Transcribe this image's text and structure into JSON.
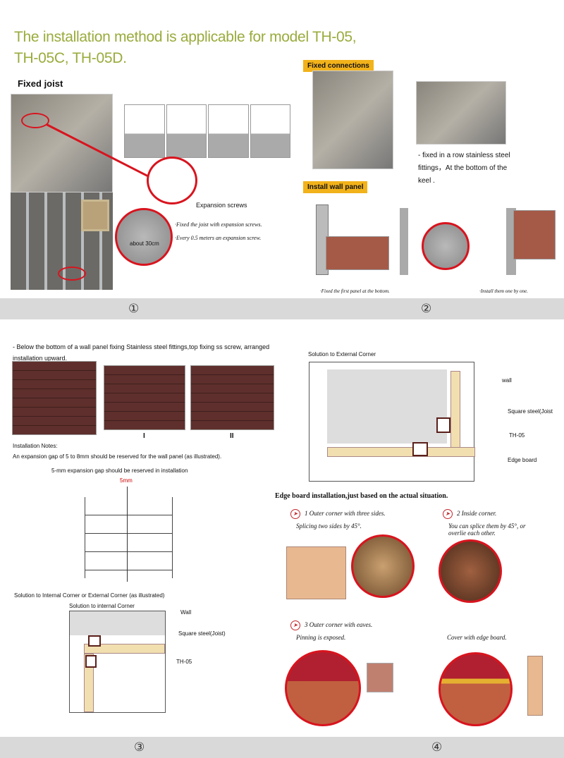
{
  "title_line1": "The installation method is applicable for model TH-05,",
  "title_line2": "TH-05C, TH-05D.",
  "s1": {
    "fixed_joist": "Fixed joist",
    "about": "about 30cm",
    "expansion_screws": "Expansion screws",
    "note1": "·Fixed the joist with expansion screws.",
    "note2": "·Every 0.5 meters an expansion screw.",
    "fixed_connections": "Fixed connections",
    "fixed_row": "- fixed in a row stainless steel fittings，At the bottom of the keel .",
    "install_wall_panel": "Install wall panel",
    "cap1": "·Fixed the first panel at the bottom.",
    "cap2": "·Install them one by one.",
    "num1": "①",
    "num2": "②"
  },
  "s2": {
    "intro": "- Below the bottom of a wall panel fixing Stainless steel fittings,top fixing ss screw, arranged installation upward.",
    "label_I": "I",
    "label_II": "II",
    "notes_title": "Installation Notes:",
    "notes_text": "An expansion gap of 5 to 8mm should be reserved for the wall panel (as illustrated).",
    "gap_title": "5-mm expansion gap should be reserved in installation",
    "gap_dim": "5mm",
    "corner_title": "Solution to Internal Corner or External Corner (as illustrated)",
    "internal_title": "Solution to internal Corner",
    "int_wall": "Wall",
    "int_steel": "Square steel(Joist)",
    "int_th": "TH-05",
    "external_title": "Solution to External Corner",
    "ext_wall": "wall",
    "ext_steel": "Square steel(Joist",
    "ext_th": "TH-05",
    "ext_edge": "Edge board",
    "edge_title": "Edge board installation,just based on the actual situation.",
    "item1": "1  Outer corner with three sides.",
    "item1_sub": "Splicing two sides by 45°.",
    "item2": "2  Inside corner.",
    "item2_sub": "You can splice them by 45°, or overlie each other.",
    "item3": "3  Outer corner with eaves.",
    "item3_sub": "Pinning is exposed.",
    "item4_sub": "Cover with edge board.",
    "num3": "③",
    "num4": "④"
  },
  "colors": {
    "accent": "#9aab3c",
    "highlight": "#f2b21a",
    "red": "#d8141e"
  }
}
